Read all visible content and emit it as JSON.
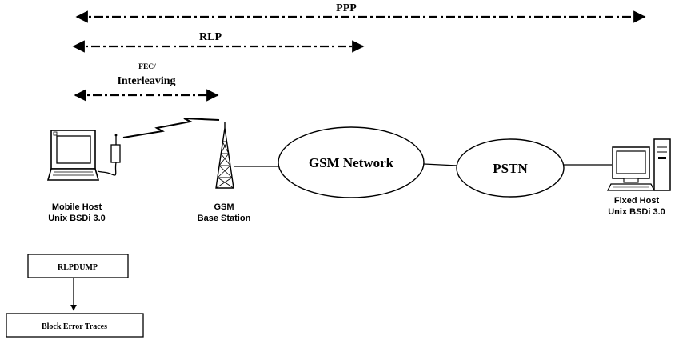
{
  "protocol_layers": {
    "ppp": "PPP",
    "rlp": "RLP",
    "fec_line1": "FEC/",
    "fec_line2": "Interleaving"
  },
  "nodes": {
    "mobile_host_line1": "Mobile Host",
    "mobile_host_line2": "Unix BSDi 3.0",
    "base_station_line1": "GSM",
    "base_station_line2": "Base Station",
    "gsm_network": "GSM Network",
    "pstn": "PSTN",
    "fixed_host_line1": "Fixed Host",
    "fixed_host_line2": "Unix BSDi 3.0"
  },
  "trace_flow": {
    "rlpdump": "RLPDUMP",
    "block_error_traces": "Block Error Traces"
  }
}
